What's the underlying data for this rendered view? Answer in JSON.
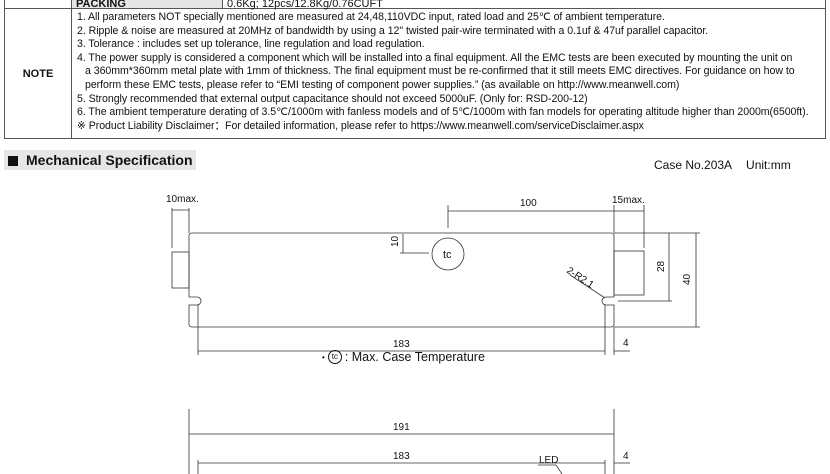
{
  "spec_table": {
    "packing_label": "PACKING",
    "packing_value": "0.6Kg; 12pcs/12.8Kg/0.76CUFT",
    "note_label": "NOTE",
    "notes": [
      "1. All parameters NOT specially mentioned are measured at 24,48,110VDC input, rated load and 25℃ of ambient temperature.",
      "2. Ripple & noise are measured at 20MHz of bandwidth by using a 12\" twisted pair-wire terminated with a 0.1uf & 47uf parallel capacitor.",
      "3. Tolerance : includes set up tolerance, line regulation and load regulation.",
      "4. The power supply is considered a component which will be installed into a final equipment. All the EMC tests are been executed by mounting the unit on",
      "    a 360mm*360mm metal plate with 1mm of thickness. The final equipment must be re-confirmed that it still meets EMC directives. For guidance on how to",
      "    perform these EMC tests, please refer to “EMI testing of component power supplies.” (as available on http://www.meanwell.com)",
      "5. Strongly recommended that external output capacitance should not exceed 5000uF. (Only for: RSD-200-12)",
      "6. The ambient temperature derating of 3.5℃/1000m with fanless models and of 5℃/1000m with fan models for operating altitude higher than 2000m(6500ft).",
      "※ Product Liability Disclaimer：For detailed information, please refer to https://www.meanwell.com/serviceDisclaimer.aspx"
    ]
  },
  "mechanical": {
    "title": "Mechanical Specification",
    "case_no": "Case No.203A",
    "unit": "Unit:mm",
    "dims": {
      "left_max": "10max.",
      "right_max": "15max.",
      "tc_offset_x": "100",
      "tc_offset_y": "10",
      "tc": "tc",
      "radius": "2-R2.1",
      "height_inner": "28",
      "height": "40",
      "length": "183",
      "end": "4",
      "total": "191",
      "length2": "183",
      "end2": "4",
      "led": "LED"
    },
    "legend_symbol": "tc",
    "legend": ": Max. Case Temperature"
  }
}
